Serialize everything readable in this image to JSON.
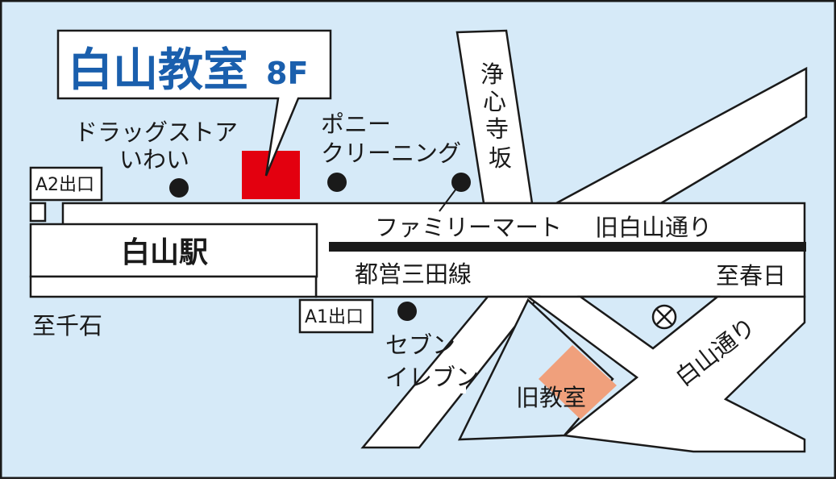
{
  "title": {
    "name": "白山教室",
    "floor": "8F"
  },
  "landmarks": {
    "drugstore_line1": "ドラッグストア",
    "drugstore_line2": "いわい",
    "cleaning_line1": "ポニー",
    "cleaning_line2": "クリーニング",
    "familymart": "ファミリーマート",
    "seven_line1": "セブン",
    "seven_line2": "イレブン",
    "old_classroom": "旧教室",
    "police_box_symbol": "⊗"
  },
  "exits": {
    "a2": "A2出口",
    "a1": "A1出口"
  },
  "station": "白山駅",
  "roads": {
    "joshinji_zaka": [
      "浄",
      "心",
      "寺",
      "坂"
    ],
    "kyu_hakusan_dori": "旧白山通り",
    "hakusan_dori": "白山通り"
  },
  "rail_line": "都営三田線",
  "directions": {
    "to_kasuga": "至春日",
    "to_sengoku": "至千石"
  },
  "colors": {
    "water_bg": "#d6eaf8",
    "road": "#ffffff",
    "outline": "#1a1a1a",
    "target_building": "#e3000f",
    "old_building": "#f0a07c",
    "title_text": "#1a5fad"
  }
}
